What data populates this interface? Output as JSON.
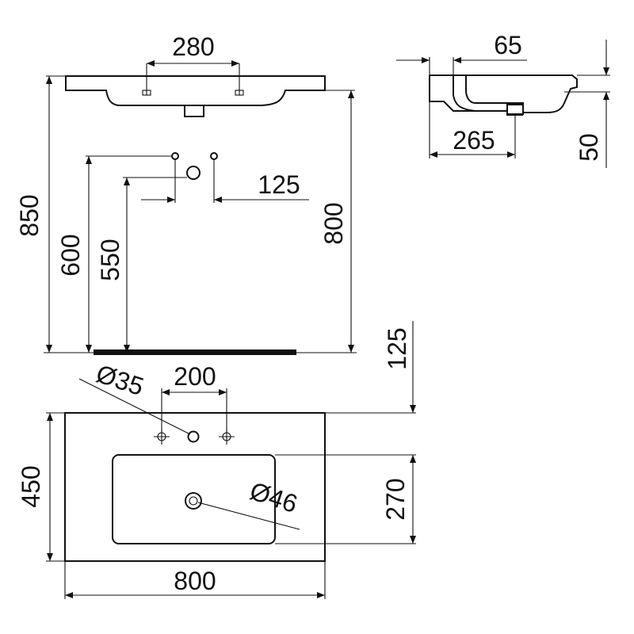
{
  "dimensions": {
    "tap_spacing_front": "280",
    "overflow_depth": "65",
    "side_depth": "265",
    "rim_height": "50",
    "total_height": "850",
    "hole_height_1": "600",
    "hole_height_2": "550",
    "hole_offset": "125",
    "rim_to_floor": "800",
    "rear_margin": "125",
    "tap_hole_diameter": "Ø35",
    "tap_spacing_top": "200",
    "depth": "450",
    "bowl_depth": "270",
    "drain_diameter": "Ø46",
    "width": "800"
  }
}
